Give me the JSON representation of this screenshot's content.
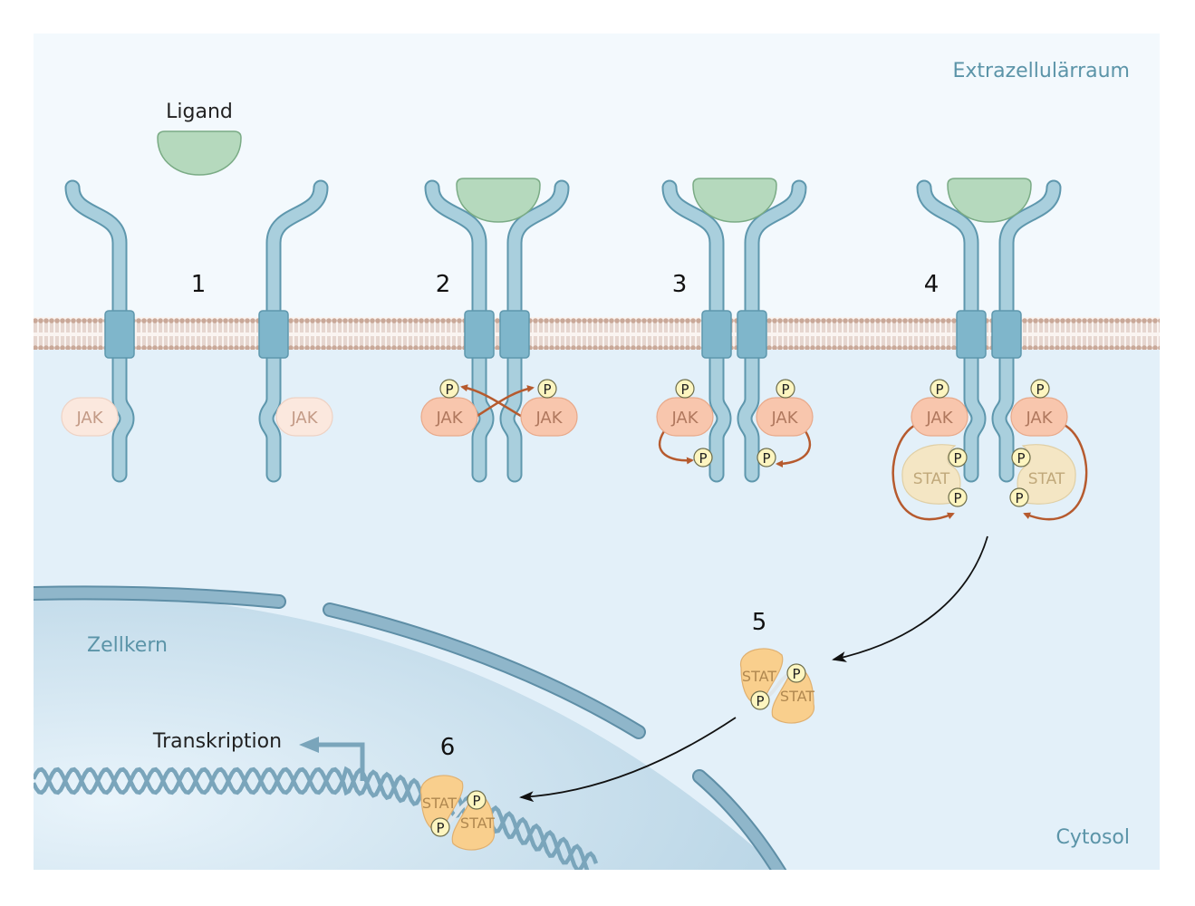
{
  "regions": {
    "extracellular": "Extrazellulärraum",
    "nucleus": "Zellkern",
    "cytosol": "Cytosol"
  },
  "ligand_label": "Ligand",
  "transcription_label": "Transkription",
  "steps": [
    "1",
    "2",
    "3",
    "4",
    "5",
    "6"
  ],
  "molecules": {
    "jak": "JAK",
    "stat": "STAT",
    "phosphate": "P"
  },
  "colors": {
    "extracellular_bg": "#f3f9fd",
    "cytosol_bg": "#e3f0f9",
    "nucleus_fill": "#c8dfec",
    "receptor": "#a9cfdd",
    "receptor_outline": "#5e97ad",
    "ligand": "#b5d9bd",
    "jak_inactive": "#fbe8de",
    "jak_active": "#f8c6ad",
    "stat_bound": "#f4e6c4",
    "stat_dimer": "#f9cf8d",
    "phosphate": "#fdf5c0",
    "phosphorylation_arrow": "#b65a2e",
    "region_label": "#5b94a8",
    "dna": "#7aa5bb"
  }
}
